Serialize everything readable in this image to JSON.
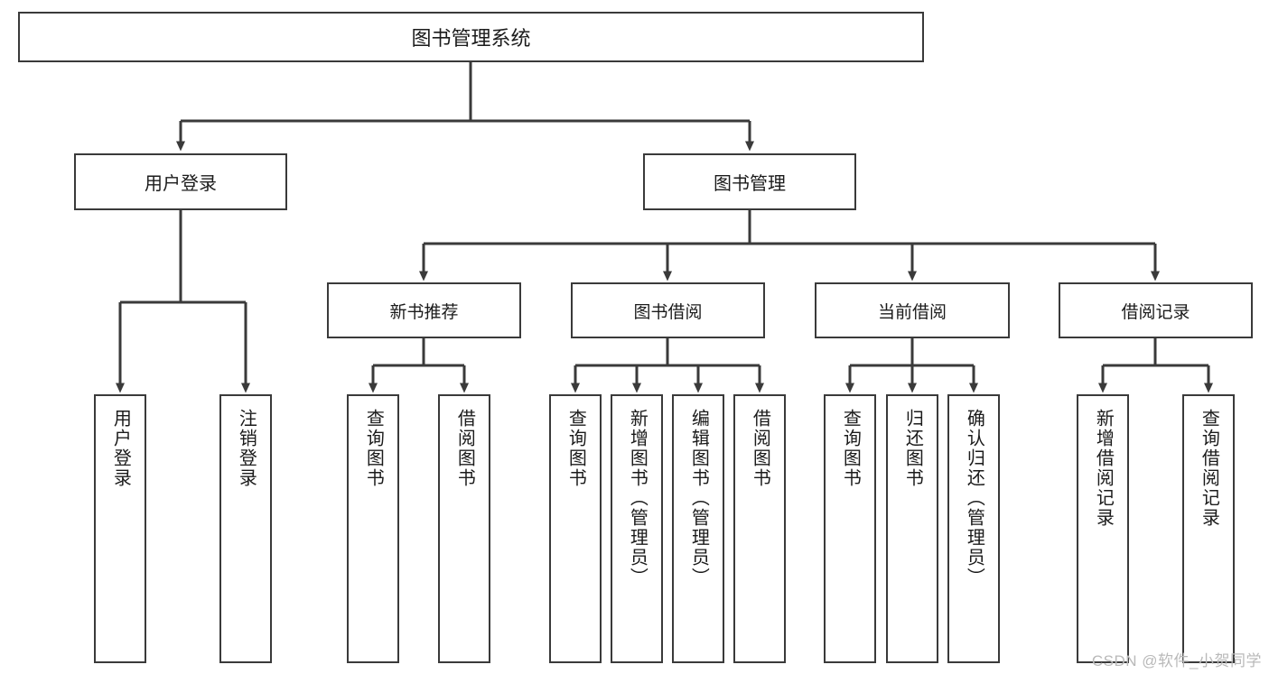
{
  "diagram": {
    "title": "图书管理系统",
    "type": "hierarchy-tree",
    "watermark": "CSDN @软件_小贺同学",
    "colors": {
      "border": "#3a3a3a",
      "text": "#1b1b1b",
      "background": "#ffffff",
      "wire": "#3a3a3a",
      "watermark": "#b9b9b9"
    },
    "root": {
      "label": "图书管理系统"
    },
    "level2": [
      {
        "label": "用户登录"
      },
      {
        "label": "图书管理"
      }
    ],
    "level3": [
      {
        "label": "新书推荐"
      },
      {
        "label": "图书借阅"
      },
      {
        "label": "当前借阅"
      },
      {
        "label": "借阅记录"
      }
    ],
    "leaves": [
      {
        "label": "用户登录",
        "parent": "用户登录"
      },
      {
        "label": "注销登录",
        "parent": "用户登录"
      },
      {
        "label": "查询图书",
        "parent": "新书推荐"
      },
      {
        "label": "借阅图书",
        "parent": "新书推荐"
      },
      {
        "label": "查询图书",
        "parent": "图书借阅"
      },
      {
        "label": "新增图书（管理员）",
        "parent": "图书借阅"
      },
      {
        "label": "编辑图书（管理员）",
        "parent": "图书借阅"
      },
      {
        "label": "借阅图书",
        "parent": "图书借阅"
      },
      {
        "label": "查询图书",
        "parent": "当前借阅"
      },
      {
        "label": "归还图书",
        "parent": "当前借阅"
      },
      {
        "label": "确认归还（管理员）",
        "parent": "当前借阅"
      },
      {
        "label": "新增借阅记录",
        "parent": "借阅记录"
      },
      {
        "label": "查询借阅记录",
        "parent": "借阅记录"
      }
    ]
  }
}
